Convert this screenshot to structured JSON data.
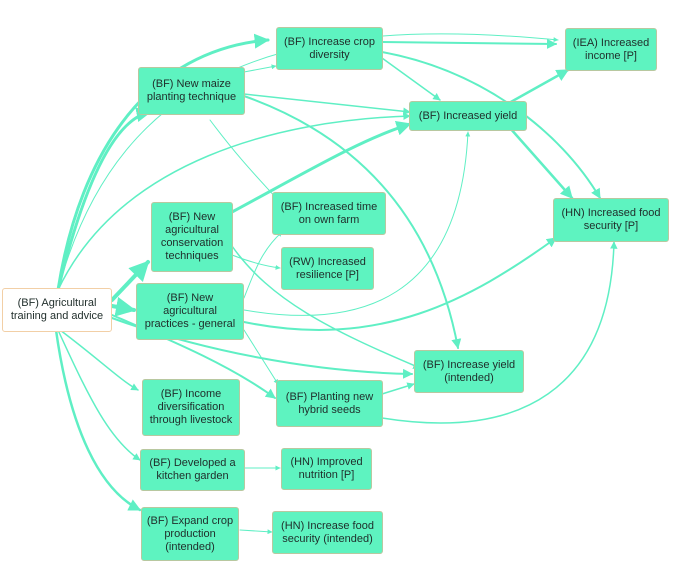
{
  "colors": {
    "node_fill": "#5ef3c0",
    "root_fill": "#ffffff",
    "edge": "#5fefc4"
  },
  "nodes": {
    "agri_training": "(BF) Agricultural training and advice",
    "maize": "(BF) New maize planting technique",
    "conservation": "(BF) New agricultural conservation techniques",
    "practices": "(BF) New agricultural practices - general",
    "livestock": "(BF) Income diversification through livestock",
    "kitchen": "(BF) Developed a kitchen garden",
    "expand": "(BF) Expand crop production (intended)",
    "crop_div": "(BF) Increase crop diversity",
    "time_farm": "(BF) Increased time on own farm",
    "resilience": "(RW) Increased resilience [P]",
    "hybrid": "(BF) Planting new hybrid seeds",
    "nutrition": "(HN) Improved nutrition [P]",
    "food_sec_int": "(HN) Increase food security (intended)",
    "inc_yield": "(BF) Increased yield",
    "yield_int": "(BF) Increase yield (intended)",
    "income": "(IEA) Increased income [P]",
    "food_sec": "(HN) Increased food security [P]"
  }
}
